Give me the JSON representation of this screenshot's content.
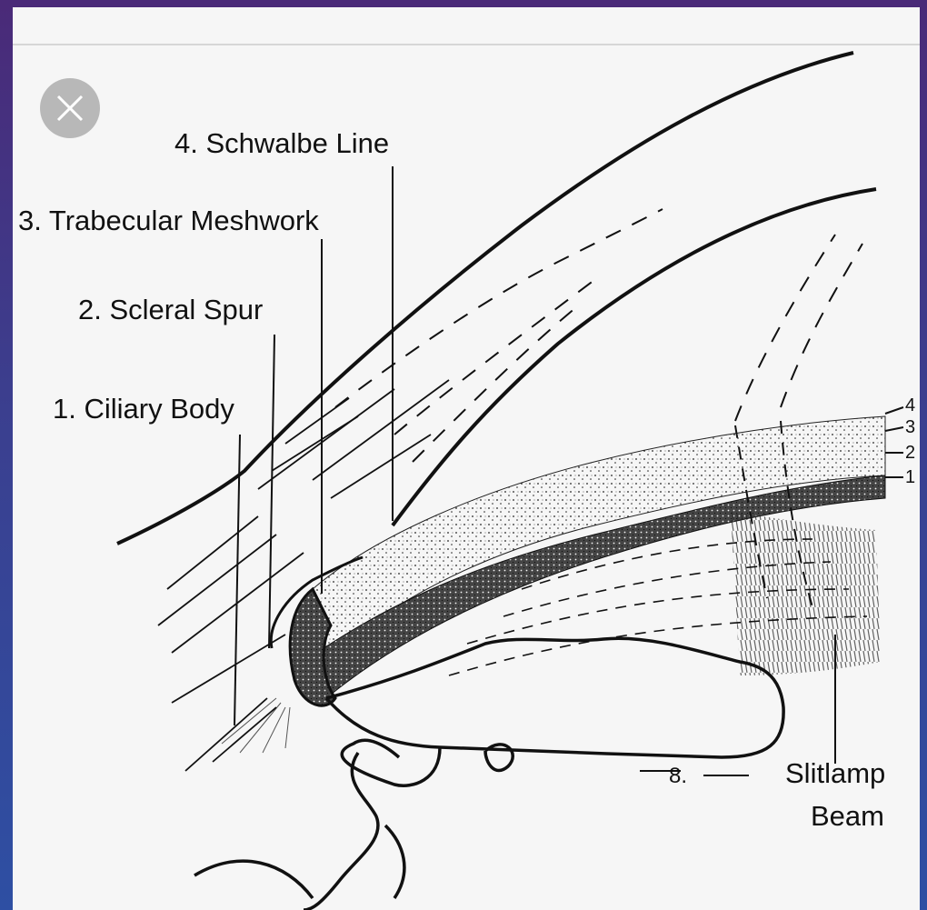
{
  "close_icon": "close-icon",
  "labels": {
    "schwalbe": "4. Schwalbe Line",
    "trabecular": "3. Trabecular Meshwork",
    "scleral": "2. Scleral Spur",
    "ciliary": "1. Ciliary Body",
    "slitlamp_line1": "Slitlamp",
    "slitlamp_line2": "Beam",
    "iris_letter": "8."
  },
  "beam_layers": [
    "4",
    "3",
    "2",
    "1"
  ],
  "colors": {
    "background_top": "#4a2a78",
    "background_bottom": "#2e4fa3",
    "panel": "#f6f6f6",
    "ink": "#111111",
    "close_button": "#b8b8b8"
  }
}
